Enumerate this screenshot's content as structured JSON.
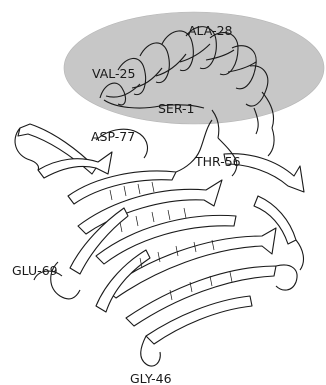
{
  "diagram": {
    "labels": {
      "ala28": "ALA-28",
      "val25": "VAL-25",
      "ser1": "SER-1",
      "asp77": "ASP-77",
      "thr56": "THR-56",
      "glu69": "GLU-69",
      "gly46": "GLY-46"
    },
    "colors": {
      "highlight_region": "#c7c7c7",
      "ribbon_fill": "#ffffff",
      "ribbon_stroke": "#1a1a1a",
      "label_text": "#1a1a1a"
    }
  }
}
